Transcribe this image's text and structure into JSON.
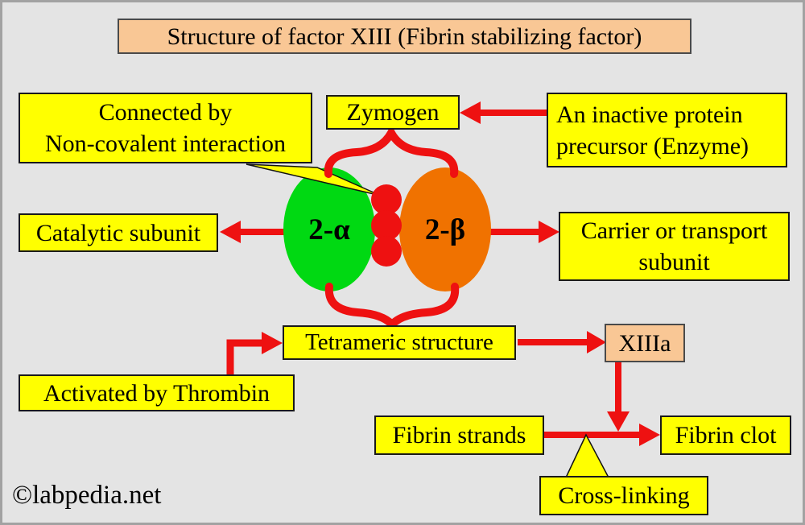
{
  "title": "Structure of factor XIII (Fibrin stabilizing factor)",
  "watermark": "©labpedia.net",
  "colors": {
    "bg": "#e4e4e4",
    "yellow": "#ffff00",
    "peach": "#f9c795",
    "green": "#00d912",
    "orange": "#f07200",
    "red": "#ee1111"
  },
  "nodes": {
    "connected": {
      "line1": "Connected by",
      "line2": "Non-covalent interaction"
    },
    "zymogen": {
      "label": "Zymogen"
    },
    "inactive": {
      "line1": "An inactive protein",
      "line2": "precursor (Enzyme)"
    },
    "catalytic": {
      "label": "Catalytic subunit"
    },
    "carrier": {
      "line1": "Carrier or transport",
      "line2": "subunit"
    },
    "alpha": {
      "label": "2-α"
    },
    "beta": {
      "label": "2-β"
    },
    "tetrameric": {
      "label": "Tetrameric structure"
    },
    "xiiia": {
      "label": "XIIIa"
    },
    "activated": {
      "label": "Activated by Thrombin"
    },
    "fibrin_strands": {
      "label": "Fibrin strands"
    },
    "fibrin_clot": {
      "label": "Fibrin clot"
    },
    "cross_linking": {
      "label": "Cross-linking"
    }
  }
}
